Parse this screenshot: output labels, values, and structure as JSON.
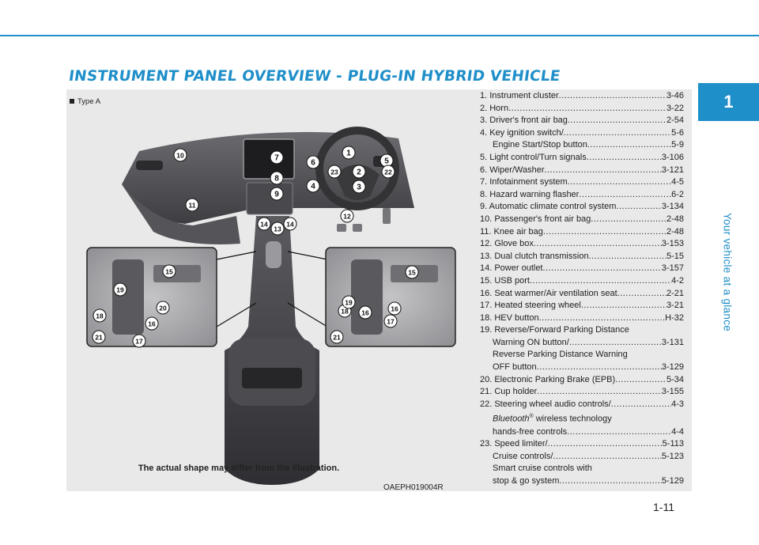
{
  "page": {
    "title": "INSTRUMENT PANEL OVERVIEW - PLUG-IN HYBRID VEHICLE",
    "chapter_number": "1",
    "chapter_title": "Your vehicle at a glance",
    "page_number": "1-11",
    "type_label": "Type A",
    "disclaimer": "The actual shape may differ from the illustration.",
    "image_code": "OAEPH019004R"
  },
  "callouts": [
    "1",
    "2",
    "3",
    "4",
    "5",
    "6",
    "7",
    "8",
    "9",
    "10",
    "11",
    "12",
    "13",
    "14",
    "14",
    "15",
    "15",
    "16",
    "16",
    "16",
    "17",
    "17",
    "18",
    "18",
    "19",
    "19",
    "20",
    "21",
    "21",
    "22",
    "23"
  ],
  "colors": {
    "accent": "#1f8fc9",
    "panel_bg": "#e9e9ea",
    "interior_dark": "#4a4a4d",
    "interior_light": "#b9b9bc"
  },
  "index": [
    {
      "label": "1. Instrument cluster",
      "page": "3-46"
    },
    {
      "label": "2. Horn",
      "page": "3-22"
    },
    {
      "label": "3. Driver's front air bag",
      "page": "2-54"
    },
    {
      "label": "4. Key ignition switch/",
      "page": "5-6"
    },
    {
      "label": "Engine Start/Stop button",
      "page": "5-9",
      "sub": true
    },
    {
      "label": "5. Light control/Turn signals",
      "page": "3-106"
    },
    {
      "label": "6. Wiper/Washer",
      "page": "3-121"
    },
    {
      "label": "7. Infotainment system",
      "page": "4-5"
    },
    {
      "label": "8. Hazard warning flasher",
      "page": "6-2"
    },
    {
      "label": "9. Automatic climate control system",
      "page": "3-134"
    },
    {
      "label": "10. Passenger's front air bag",
      "page": "2-48"
    },
    {
      "label": "11. Knee air bag",
      "page": "2-48"
    },
    {
      "label": "12. Glove box",
      "page": "3-153"
    },
    {
      "label": "13. Dual clutch transmission",
      "page": "5-15"
    },
    {
      "label": "14. Power outlet",
      "page": "3-157"
    },
    {
      "label": "15. USB port",
      "page": "4-2"
    },
    {
      "label": "16. Seat warmer/Air ventilation seat",
      "page": "2-21"
    },
    {
      "label": "17. Heated steering wheel",
      "page": "3-21"
    },
    {
      "label": "18. HEV button",
      "page": "H-32"
    },
    {
      "label": "19. Reverse/Forward Parking Distance",
      "page": ""
    },
    {
      "label": "Warning ON button/",
      "page": "3-131",
      "sub": true
    },
    {
      "label": "Reverse Parking Distance Warning",
      "page": "",
      "sub": true
    },
    {
      "label": "OFF button",
      "page": "3-129",
      "sub": true
    },
    {
      "label": "20. Electronic Parking Brake (EPB)",
      "page": "5-34"
    },
    {
      "label": "21. Cup holder",
      "page": "3-155"
    },
    {
      "label": "22. Steering wheel audio controls/",
      "page": "4-3"
    },
    {
      "note": true,
      "italic": "Bluetooth",
      "sup": "®",
      "rest": " wireless technology"
    },
    {
      "label": "hands-free controls",
      "page": "4-4",
      "sub": true
    },
    {
      "label": "23. Speed limiter/",
      "page": "5-113"
    },
    {
      "label": "Cruise controls/",
      "page": "5-123",
      "sub": true
    },
    {
      "label": "Smart cruise controls with",
      "page": "",
      "sub": true
    },
    {
      "label": "stop & go system",
      "page": "5-129",
      "sub": true
    }
  ]
}
